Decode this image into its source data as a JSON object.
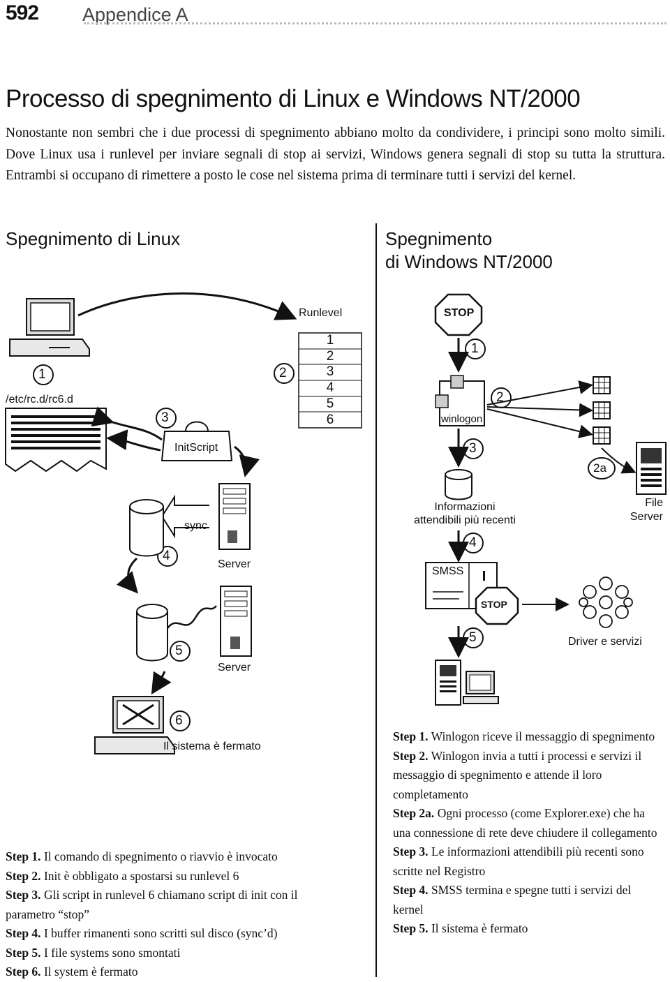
{
  "header": {
    "page_number": "592",
    "chapter": "Appendice A"
  },
  "title": "Processo di spegnimento di Linux e Windows NT/2000",
  "intro": "Nonostante non sembri che i due processi di spegnimento abbiano molto da condividere, i principi sono molto simili. Dove Linux usa i runlevel per inviare segnali di stop ai servizi, Windows genera segnali di stop su tutta la struttura. Entrambi si occupano di rimettere a posto le cose nel sistema prima di terminare tutti i servizi del kernel.",
  "linux": {
    "heading": "Spegnimento di Linux",
    "labels": {
      "runlevel": "Runlevel",
      "rc6": "/etc/rc.d/rc6.d",
      "initscript": "InitScript",
      "sync": "sync",
      "server1": "Server",
      "server2": "Server",
      "halted": "Il sistema è fermato"
    },
    "runlevels": [
      "1",
      "2",
      "3",
      "4",
      "5",
      "6"
    ],
    "markers": [
      "1",
      "2",
      "3",
      "4",
      "5",
      "6"
    ],
    "steps": [
      {
        "label": "Step 1.",
        "text": "Il comando di spegnimento o riavvio è invocato"
      },
      {
        "label": "Step 2.",
        "text": "Init è obbligato a spostarsi su runlevel 6"
      },
      {
        "label": "Step 3.",
        "text": "Gli script in runlevel 6 chiamano script di init con il parametro “stop”"
      },
      {
        "label": "Step 4.",
        "text": "I buffer rimanenti sono scritti sul disco (sync’d)"
      },
      {
        "label": "Step 5.",
        "text": "I file systems sono smontati"
      },
      {
        "label": "Step 6.",
        "text": "Il system è fermato"
      }
    ]
  },
  "windows": {
    "heading_line1": "Spegnimento",
    "heading_line2": "di Windows NT/2000",
    "labels": {
      "stop": "STOP",
      "winlogon": "winlogon",
      "info_line1": "Informazioni",
      "info_line2": "attendibili più recenti",
      "file_server_line1": "File",
      "file_server_line2": "Server",
      "smss": "SMSS",
      "drivers": "Driver e servizi"
    },
    "markers": [
      "1",
      "2",
      "2a",
      "3",
      "4",
      "5"
    ],
    "steps": [
      {
        "label": "Step 1.",
        "text": "Winlogon riceve il messaggio di spegnimento"
      },
      {
        "label": "Step 2.",
        "text": "Winlogon invia a tutti i processi e servizi il messaggio di spegnimento e attende il loro completamento"
      },
      {
        "label": "Step 2a.",
        "text": "Ogni processo (come Explorer.exe) che ha una connessione di rete deve chiudere il collegamento"
      },
      {
        "label": "Step 3.",
        "text": "Le informazioni attendibili più recenti sono scritte nel Registro"
      },
      {
        "label": "Step 4.",
        "text": "SMSS termina e spegne tutti i servizi del kernel"
      },
      {
        "label": "Step 5.",
        "text": "Il sistema è fermato"
      }
    ]
  }
}
